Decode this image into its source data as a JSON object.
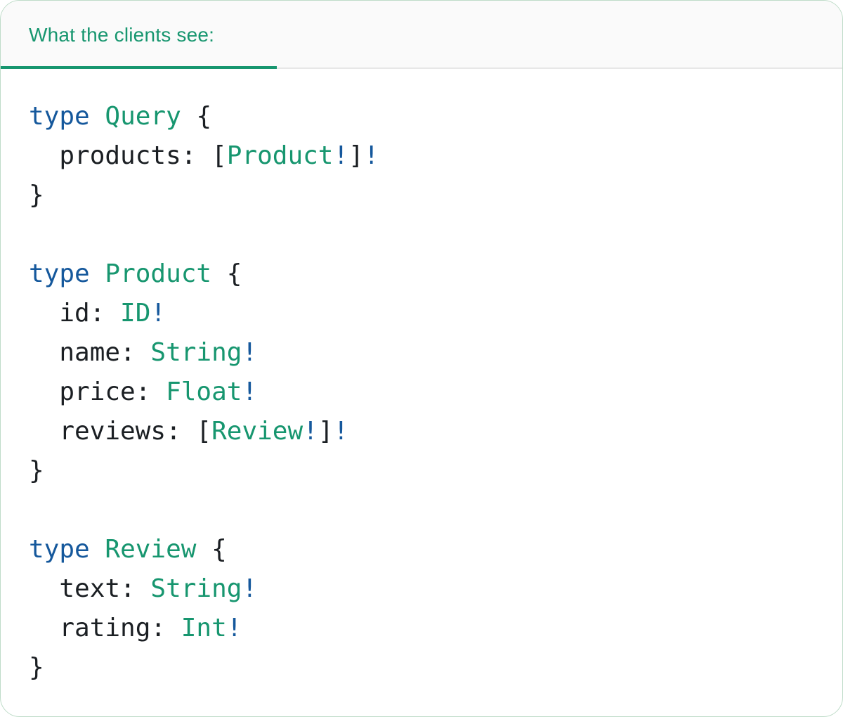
{
  "card": {
    "tab_label": "What the clients see:"
  },
  "colors": {
    "accent_green": "#17966F",
    "keyword_blue": "#15589C",
    "code_dark": "#1B1F23",
    "header_bg": "#FAFAFA",
    "header_divider": "#E7E7E7",
    "card_border": "#BEDCC8",
    "card_bg": "#FFFFFF"
  },
  "code": {
    "language": "graphql",
    "lines": [
      [
        {
          "t": "type",
          "c": "kw"
        },
        {
          "t": " ",
          "c": "pl"
        },
        {
          "t": "Query",
          "c": "tp"
        },
        {
          "t": " {",
          "c": "pl"
        }
      ],
      [
        {
          "t": "  products: [",
          "c": "pl"
        },
        {
          "t": "Product",
          "c": "tp"
        },
        {
          "t": "!",
          "c": "bg"
        },
        {
          "t": "]",
          "c": "pl"
        },
        {
          "t": "!",
          "c": "bg"
        }
      ],
      [
        {
          "t": "}",
          "c": "pl"
        }
      ],
      [],
      [
        {
          "t": "type",
          "c": "kw"
        },
        {
          "t": " ",
          "c": "pl"
        },
        {
          "t": "Product",
          "c": "tp"
        },
        {
          "t": " {",
          "c": "pl"
        }
      ],
      [
        {
          "t": "  id: ",
          "c": "pl"
        },
        {
          "t": "ID",
          "c": "tp"
        },
        {
          "t": "!",
          "c": "bg"
        }
      ],
      [
        {
          "t": "  name: ",
          "c": "pl"
        },
        {
          "t": "String",
          "c": "tp"
        },
        {
          "t": "!",
          "c": "bg"
        }
      ],
      [
        {
          "t": "  price: ",
          "c": "pl"
        },
        {
          "t": "Float",
          "c": "tp"
        },
        {
          "t": "!",
          "c": "bg"
        }
      ],
      [
        {
          "t": "  reviews: [",
          "c": "pl"
        },
        {
          "t": "Review",
          "c": "tp"
        },
        {
          "t": "!",
          "c": "bg"
        },
        {
          "t": "]",
          "c": "pl"
        },
        {
          "t": "!",
          "c": "bg"
        }
      ],
      [
        {
          "t": "}",
          "c": "pl"
        }
      ],
      [],
      [
        {
          "t": "type",
          "c": "kw"
        },
        {
          "t": " ",
          "c": "pl"
        },
        {
          "t": "Review",
          "c": "tp"
        },
        {
          "t": " {",
          "c": "pl"
        }
      ],
      [
        {
          "t": "  text: ",
          "c": "pl"
        },
        {
          "t": "String",
          "c": "tp"
        },
        {
          "t": "!",
          "c": "bg"
        }
      ],
      [
        {
          "t": "  rating: ",
          "c": "pl"
        },
        {
          "t": "Int",
          "c": "tp"
        },
        {
          "t": "!",
          "c": "bg"
        }
      ],
      [
        {
          "t": "}",
          "c": "pl"
        }
      ]
    ]
  }
}
